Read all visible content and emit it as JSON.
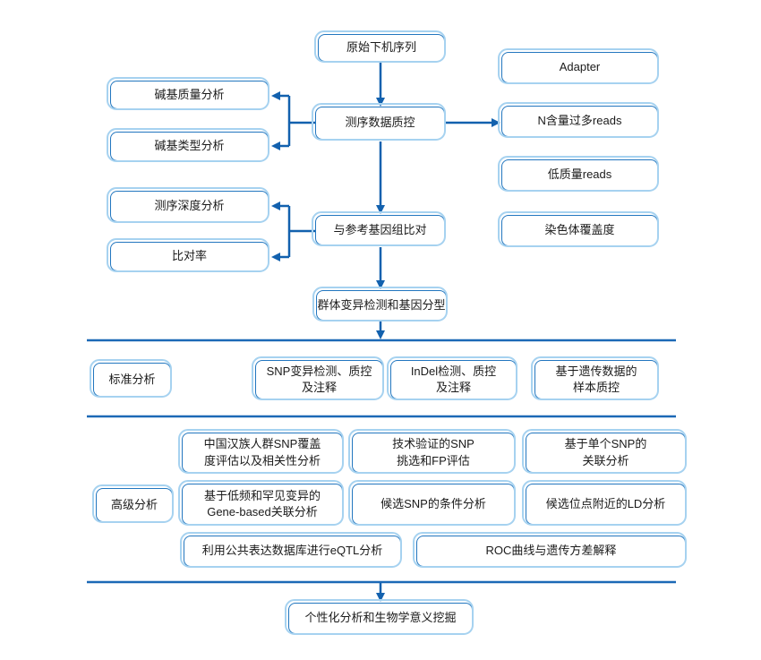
{
  "diagram": {
    "title_implicit": "全基因组重测序分析流程",
    "colors": {
      "box_border": "#2276bf",
      "box_outer_highlight": "#a6d2f0",
      "arrow": "#1261ae",
      "divider": "#1c69b6",
      "text": "#1a1a1a",
      "background": "#ffffff"
    },
    "nodes": {
      "raw_sequence": "原始下机序列",
      "seq_qc": "测序数据质控",
      "align_ref": "与参考基因组比对",
      "variant_genotyping": "群体变异检测和基因分型",
      "base_quality": "碱基质量分析",
      "base_type": "碱基类型分析",
      "seq_depth": "测序深度分析",
      "align_rate": "比对率",
      "adapter": "Adapter",
      "n_reads": "N含量过多reads",
      "low_quality_reads": "低质量reads",
      "chr_coverage": "染色体覆盖度",
      "standard_label": "标准分析",
      "snp_detection": "SNP变异检测、质控\n及注释",
      "indel_detection": "InDel检测、质控\n及注释",
      "sample_qc": "基于遗传数据的\n样本质控",
      "advanced_label": "高级分析",
      "han_snp_coverage": "中国汉族人群SNP覆盖\n度评估以及相关性分析",
      "gene_based": "基于低频和罕见变异的\nGene-based关联分析",
      "validated_snp": "技术验证的SNP\n挑选和FP评估",
      "single_snp": "基于单个SNP的\n关联分析",
      "conditional_snp": "候选SNP的条件分析",
      "ld_analysis": "候选位点附近的LD分析",
      "eqtl": "利用公共表达数据库进行eQTL分析",
      "roc": "ROC曲线与遗传方差解释",
      "personalized": "个性化分析和生物学意义挖掘"
    }
  }
}
